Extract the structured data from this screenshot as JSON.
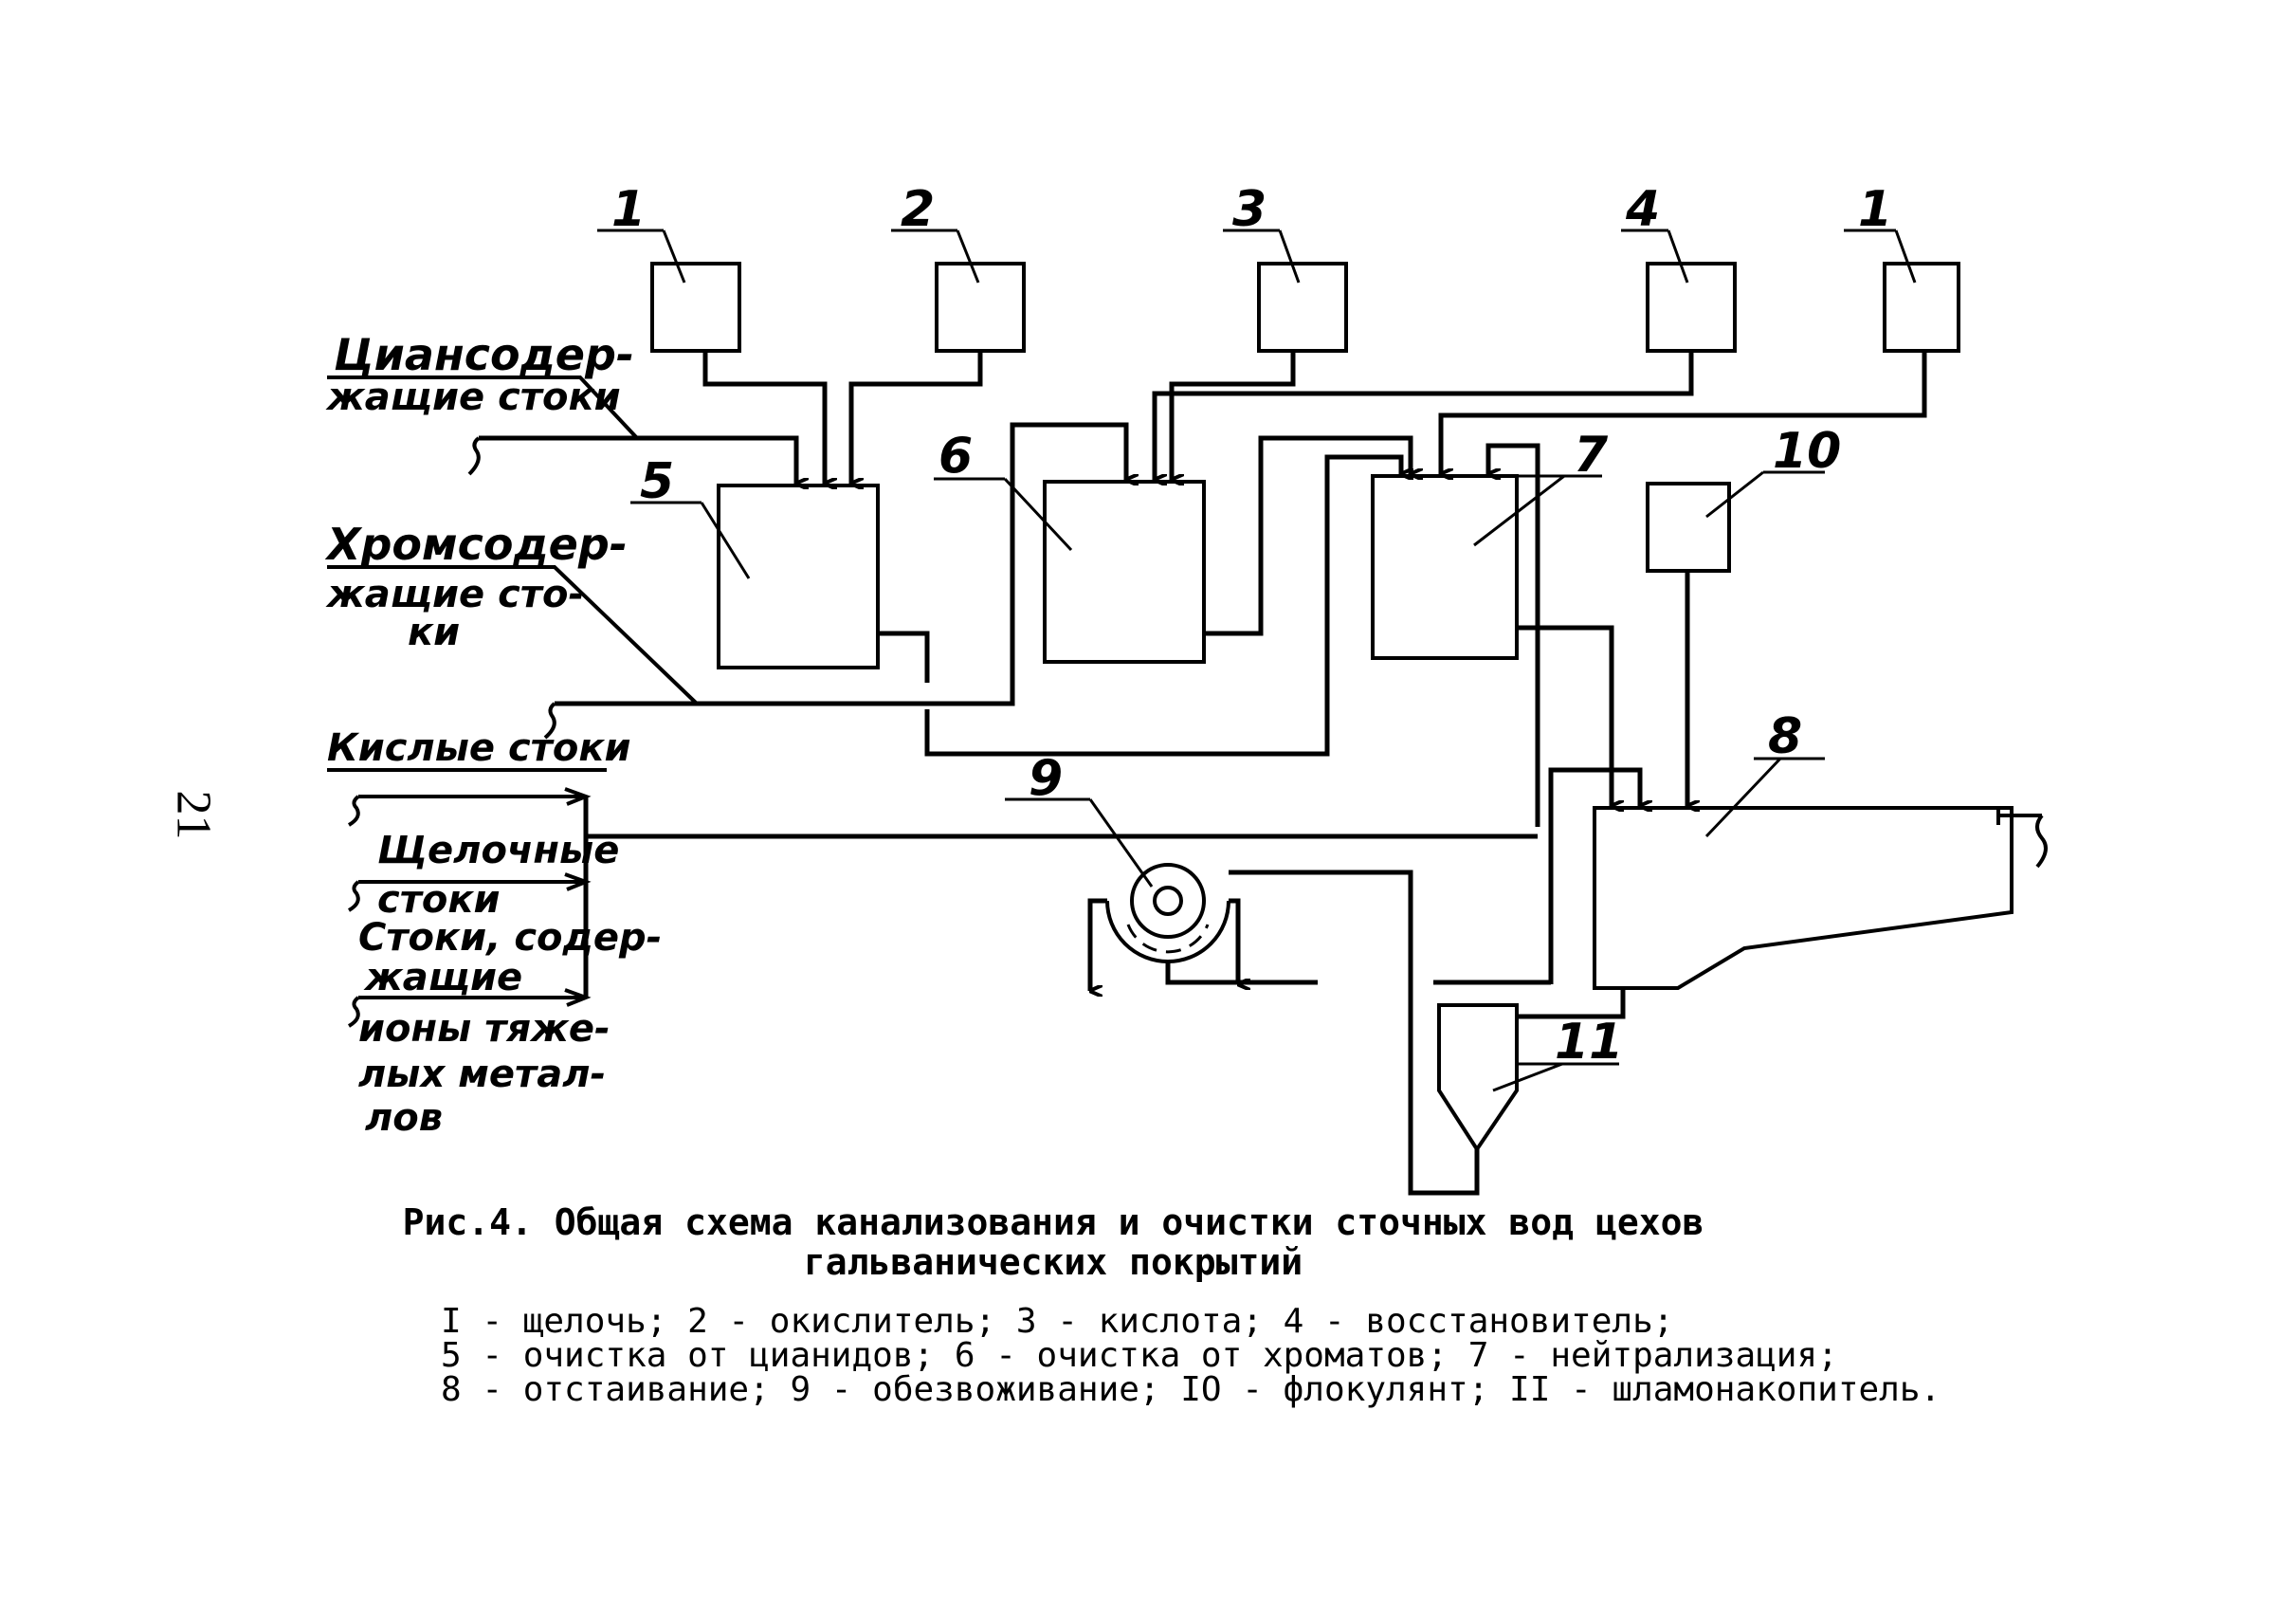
{
  "page_number": "21",
  "units": {
    "u1a": "1",
    "u2": "2",
    "u3": "3",
    "u4": "4",
    "u1b": "1",
    "u5": "5",
    "u6": "6",
    "u7": "7",
    "u8": "8",
    "u9": "9",
    "u10": "10",
    "u11": "11"
  },
  "inflows": {
    "cyanide_line1": "Циансодер-",
    "cyanide_line2": "жащие стоки",
    "chrome_line1": "Хромсодер-",
    "chrome_line2": "жащие сто-",
    "chrome_line3": "ки",
    "acid": "Кислые стоки",
    "alkaline_line1": "Щелочные",
    "alkaline_line2": "стоки",
    "heavy_line1": "Стоки, содер-",
    "heavy_line2": "жащие",
    "heavy_line3": "ионы тяже-",
    "heavy_line4": "лых метал-",
    "heavy_line5": "лов"
  },
  "caption": {
    "title_line1": "Рис.4. Общая схема канализования и очистки сточных вод цехов",
    "title_line2": "гальванических покрытий",
    "legend_line1": "I - щелочь; 2 - окислитель; 3 - кислота; 4 - восстановитель;",
    "legend_line2": "5 - очистка от цианидов; 6 - очистка от хроматов; 7 - нейтрализация;",
    "legend_line3": "8 - отстаивание; 9 - обезвоживание; IO - флокулянт; II - шламонакопитель."
  }
}
